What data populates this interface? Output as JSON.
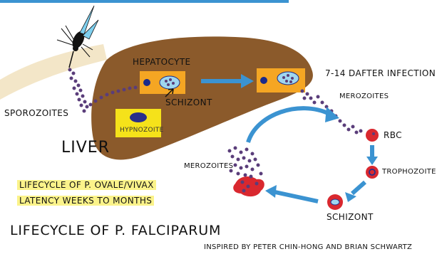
{
  "labels": {
    "hepatocyte": "HEPATOCYTE",
    "schizont_liver": "SCHIZONT",
    "hypnozoite": "HYPNOZOITE",
    "sporozoites": "SPOROZOITES",
    "liver": "LIVER",
    "days_after_infection": "7-14 DAFTER INFECTION",
    "merozoites_right": "MEROZOITES",
    "merozoites_left": "MEROZOITES",
    "rbc": "RBC",
    "trophozoite": "TROPHOZOITE",
    "schizont_blood": "SCHIZONT",
    "lifecycle_ovale_vivax": "LIFECYCLE OF P. OVALE/VIVAX",
    "latency": "LATENCY WEEKS TO MONTHS",
    "lifecycle_falciparum": "LIFECYCLE OF P. FALCIPARUM",
    "credit": "INSPIRED BY PETER CHIN-HONG AND BRIAN SCHWARTZ"
  },
  "colors": {
    "liver": "#8b5a2b",
    "hepatocyte_box": "#f5a623",
    "hypnozoite_box": "#f5e21a",
    "merozoite_dots": "#5a3d7a",
    "arrow": "#3b93d1",
    "rbc": "#d9282f",
    "highlight": "#fbf38a",
    "title_bar": "#3b93d1",
    "skin": "#f3e6c8"
  }
}
